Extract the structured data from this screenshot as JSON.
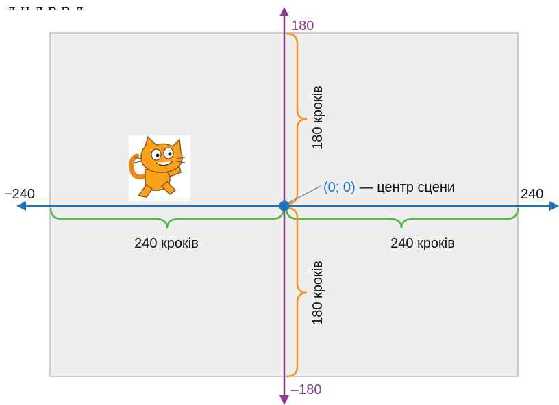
{
  "top_line_fragment": "д  ц     д  р                               р д",
  "axis_labels": {
    "x_min": "−240",
    "x_max": "240",
    "y_max": "180",
    "y_min": "–180"
  },
  "origin_label": {
    "coords": "(0; 0)",
    "caption": "— центр сцени"
  },
  "distance_labels": {
    "left": "240 кроків",
    "right": "240 кроків",
    "up": "180 кроків",
    "down": "180 кроків"
  },
  "sprite": "scratch-cat",
  "colors": {
    "stage_fill": "#eeeeee",
    "stage_border": "#bdbdbd",
    "x_axis": "#1c75bc",
    "y_axis": "#8b3a8f",
    "horizontal_braces": "#4cb848",
    "vertical_braces": "#f7941d",
    "origin_label": "#1c75bc",
    "y_labels": "#8b3a8f",
    "text": "#111111"
  }
}
